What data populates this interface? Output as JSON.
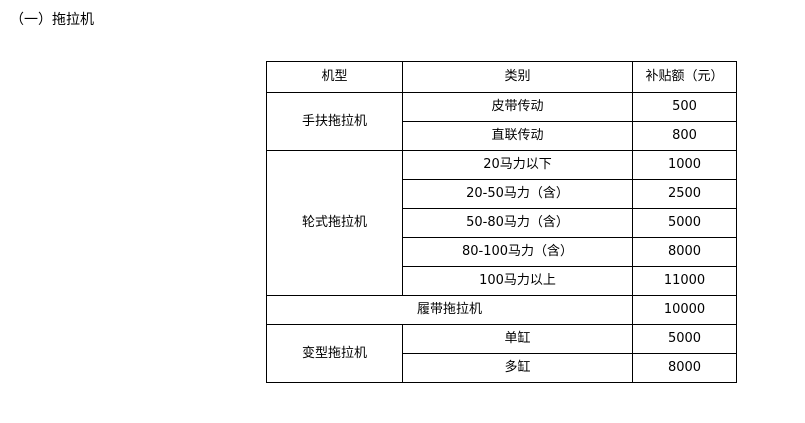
{
  "document": {
    "heading": "（一）拖拉机"
  },
  "table": {
    "headers": {
      "model": "机型",
      "category": "类别",
      "amount": "补贴额（元）"
    },
    "groups": [
      {
        "model": "手扶拖拉机",
        "rows": [
          {
            "category": "皮带传动",
            "amount": "500"
          },
          {
            "category": "直联传动",
            "amount": "800"
          }
        ]
      },
      {
        "model": "轮式拖拉机",
        "rows": [
          {
            "category": "20马力以下",
            "amount": "1000"
          },
          {
            "category": "20-50马力（含）",
            "amount": "2500"
          },
          {
            "category": "50-80马力（含）",
            "amount": "5000"
          },
          {
            "category": "80-100马力（含）",
            "amount": "8000"
          },
          {
            "category": "100马力以上",
            "amount": "11000"
          }
        ]
      },
      {
        "model": "履带拖拉机",
        "merged": true,
        "rows": [
          {
            "category": "",
            "amount": "10000"
          }
        ]
      },
      {
        "model": "变型拖拉机",
        "rows": [
          {
            "category": "单缸",
            "amount": "5000"
          },
          {
            "category": "多缸",
            "amount": "8000"
          }
        ]
      }
    ]
  }
}
